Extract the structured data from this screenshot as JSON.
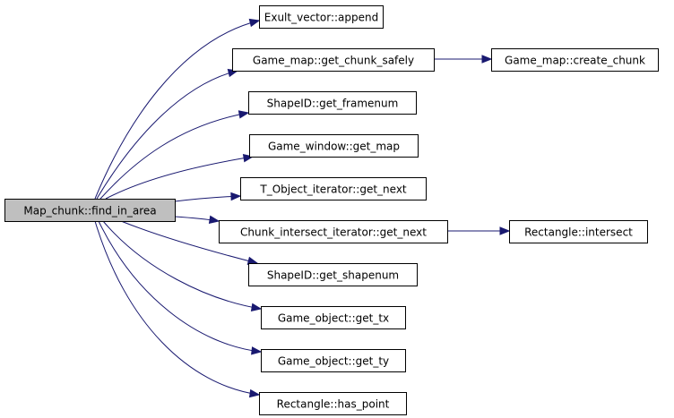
{
  "diagram": {
    "type": "call-graph",
    "root": "find_in_area",
    "nodes": [
      {
        "id": "find_in_area",
        "label": "Map_chunk::find_in_area",
        "highlight": true
      },
      {
        "id": "append",
        "label": "Exult_vector::append"
      },
      {
        "id": "get_chunk_safely",
        "label": "Game_map::get_chunk_safely"
      },
      {
        "id": "create_chunk",
        "label": "Game_map::create_chunk"
      },
      {
        "id": "get_framenum",
        "label": "ShapeID::get_framenum"
      },
      {
        "id": "get_map",
        "label": "Game_window::get_map"
      },
      {
        "id": "t_get_next",
        "label": "T_Object_iterator::get_next"
      },
      {
        "id": "ci_get_next",
        "label": "Chunk_intersect_iterator::get_next"
      },
      {
        "id": "intersect",
        "label": "Rectangle::intersect"
      },
      {
        "id": "get_shapenum",
        "label": "ShapeID::get_shapenum"
      },
      {
        "id": "get_tx",
        "label": "Game_object::get_tx"
      },
      {
        "id": "get_ty",
        "label": "Game_object::get_ty"
      },
      {
        "id": "has_point",
        "label": "Rectangle::has_point"
      }
    ],
    "edges": [
      {
        "from": "find_in_area",
        "to": "append"
      },
      {
        "from": "find_in_area",
        "to": "get_chunk_safely"
      },
      {
        "from": "get_chunk_safely",
        "to": "create_chunk"
      },
      {
        "from": "find_in_area",
        "to": "get_framenum"
      },
      {
        "from": "find_in_area",
        "to": "get_map"
      },
      {
        "from": "find_in_area",
        "to": "t_get_next"
      },
      {
        "from": "find_in_area",
        "to": "ci_get_next"
      },
      {
        "from": "ci_get_next",
        "to": "intersect"
      },
      {
        "from": "find_in_area",
        "to": "get_shapenum"
      },
      {
        "from": "find_in_area",
        "to": "get_tx"
      },
      {
        "from": "find_in_area",
        "to": "get_ty"
      },
      {
        "from": "find_in_area",
        "to": "has_point"
      }
    ],
    "colors": {
      "edge": "#191970",
      "root_fill": "#bfbfbf",
      "node_fill": "#ffffff",
      "node_border": "#000000"
    }
  }
}
